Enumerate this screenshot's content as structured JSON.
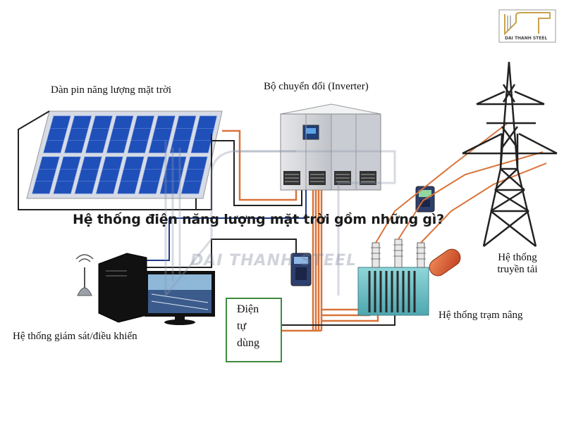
{
  "title": "Hệ thống điện năng lượng mặt trời gồm những gì?",
  "labels": {
    "solar_panel": "Dàn pin năng lượng mặt trời",
    "inverter": "Bộ chuyển đổi (Inverter)",
    "transmission_line1": "Hệ thống",
    "transmission_line2": "truyền tải",
    "substation": "Hệ thống trạm nâng",
    "monitoring": "Hệ thống giám sát/điều khiển",
    "self_use_line1": "Điện",
    "self_use_line2": "tự",
    "self_use_line3": "dùng"
  },
  "logo": {
    "text": "DAI THANH STEEL"
  },
  "watermark": {
    "text": "DAI THANH STEEL"
  },
  "colors": {
    "panel_blue": "#1f4fb8",
    "panel_frame": "#d6dbe6",
    "inverter_gray": "#d9dbe0",
    "cable_orange": "#d9733a",
    "cable_black": "#222222",
    "transformer_teal": "#6fc3c8",
    "box_green": "#3f8a3f"
  }
}
